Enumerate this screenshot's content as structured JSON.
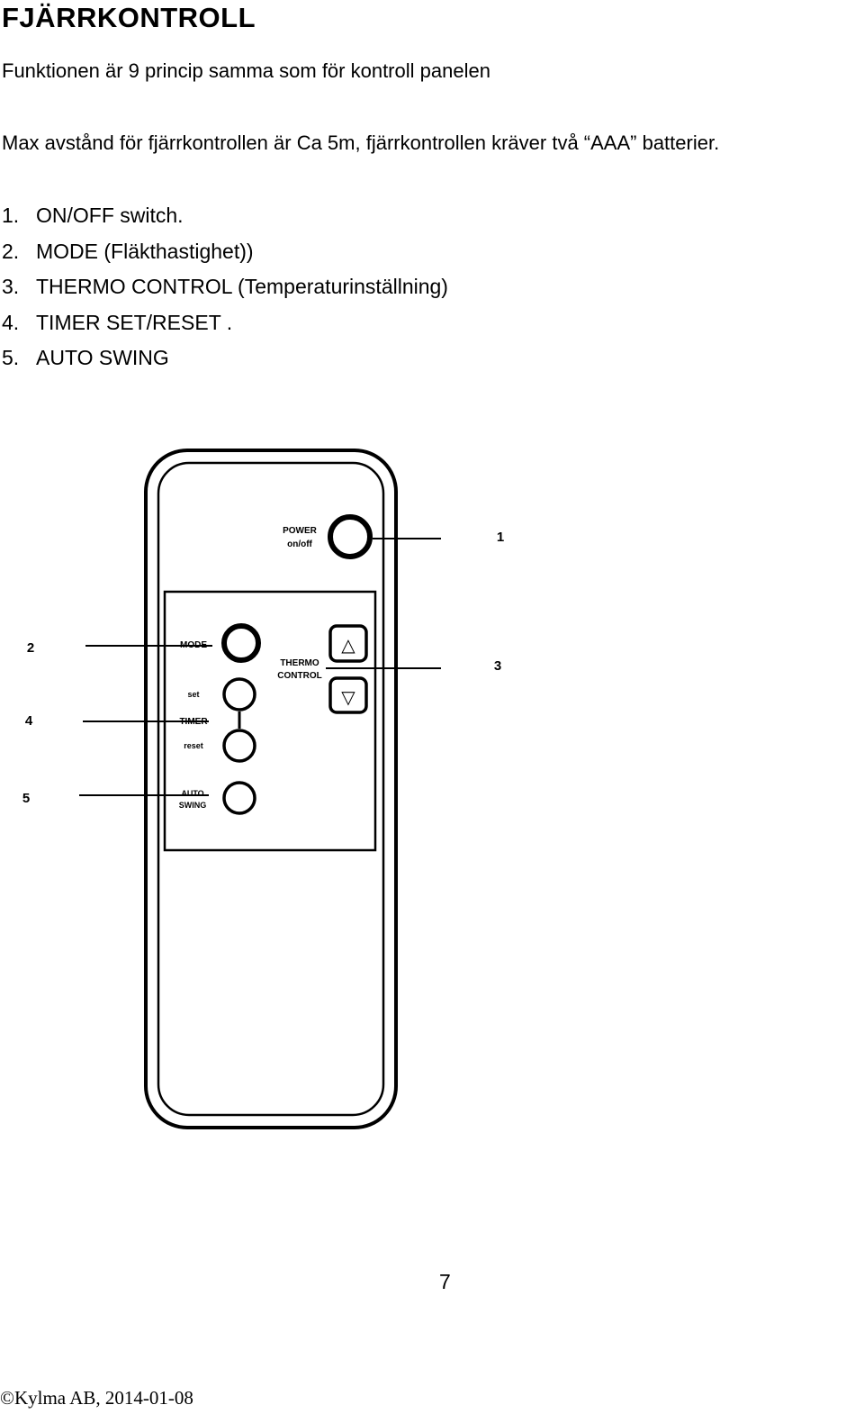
{
  "document": {
    "title": "FJÄRRKONTROLL",
    "intro": "Funktionen är 9 princip samma som för kontroll panelen",
    "range_text": "Max avstånd för fjärrkontrollen är Ca 5m, fjärrkontrollen kräver två “AAA” batterier.",
    "functions": [
      {
        "num": "1.",
        "label": "ON/OFF switch."
      },
      {
        "num": "2.",
        "label": "MODE (Fläkthastighet))"
      },
      {
        "num": "3.",
        "label": "THERMO CONTROL (Temperaturinställning)"
      },
      {
        "num": "4.",
        "label": "TIMER SET/RESET ."
      },
      {
        "num": "5.",
        "label": "AUTO SWING"
      }
    ],
    "page_number": "7",
    "footer": "©Kylma AB, 2014-01-08"
  },
  "remote": {
    "power_label_1": "POWER",
    "power_label_2": "on/off",
    "mode_label": "MODE",
    "set_label": "set",
    "timer_label": "TIMER",
    "reset_label": "reset",
    "auto_label_1": "AUTO",
    "auto_label_2": "SWING",
    "thermo_label_1": "THERMO",
    "thermo_label_2": "CONTROL",
    "up_symbol": "△",
    "down_symbol": "▽",
    "callouts": {
      "c1": "1",
      "c2": "2",
      "c3": "3",
      "c4": "4",
      "c5": "5"
    }
  }
}
